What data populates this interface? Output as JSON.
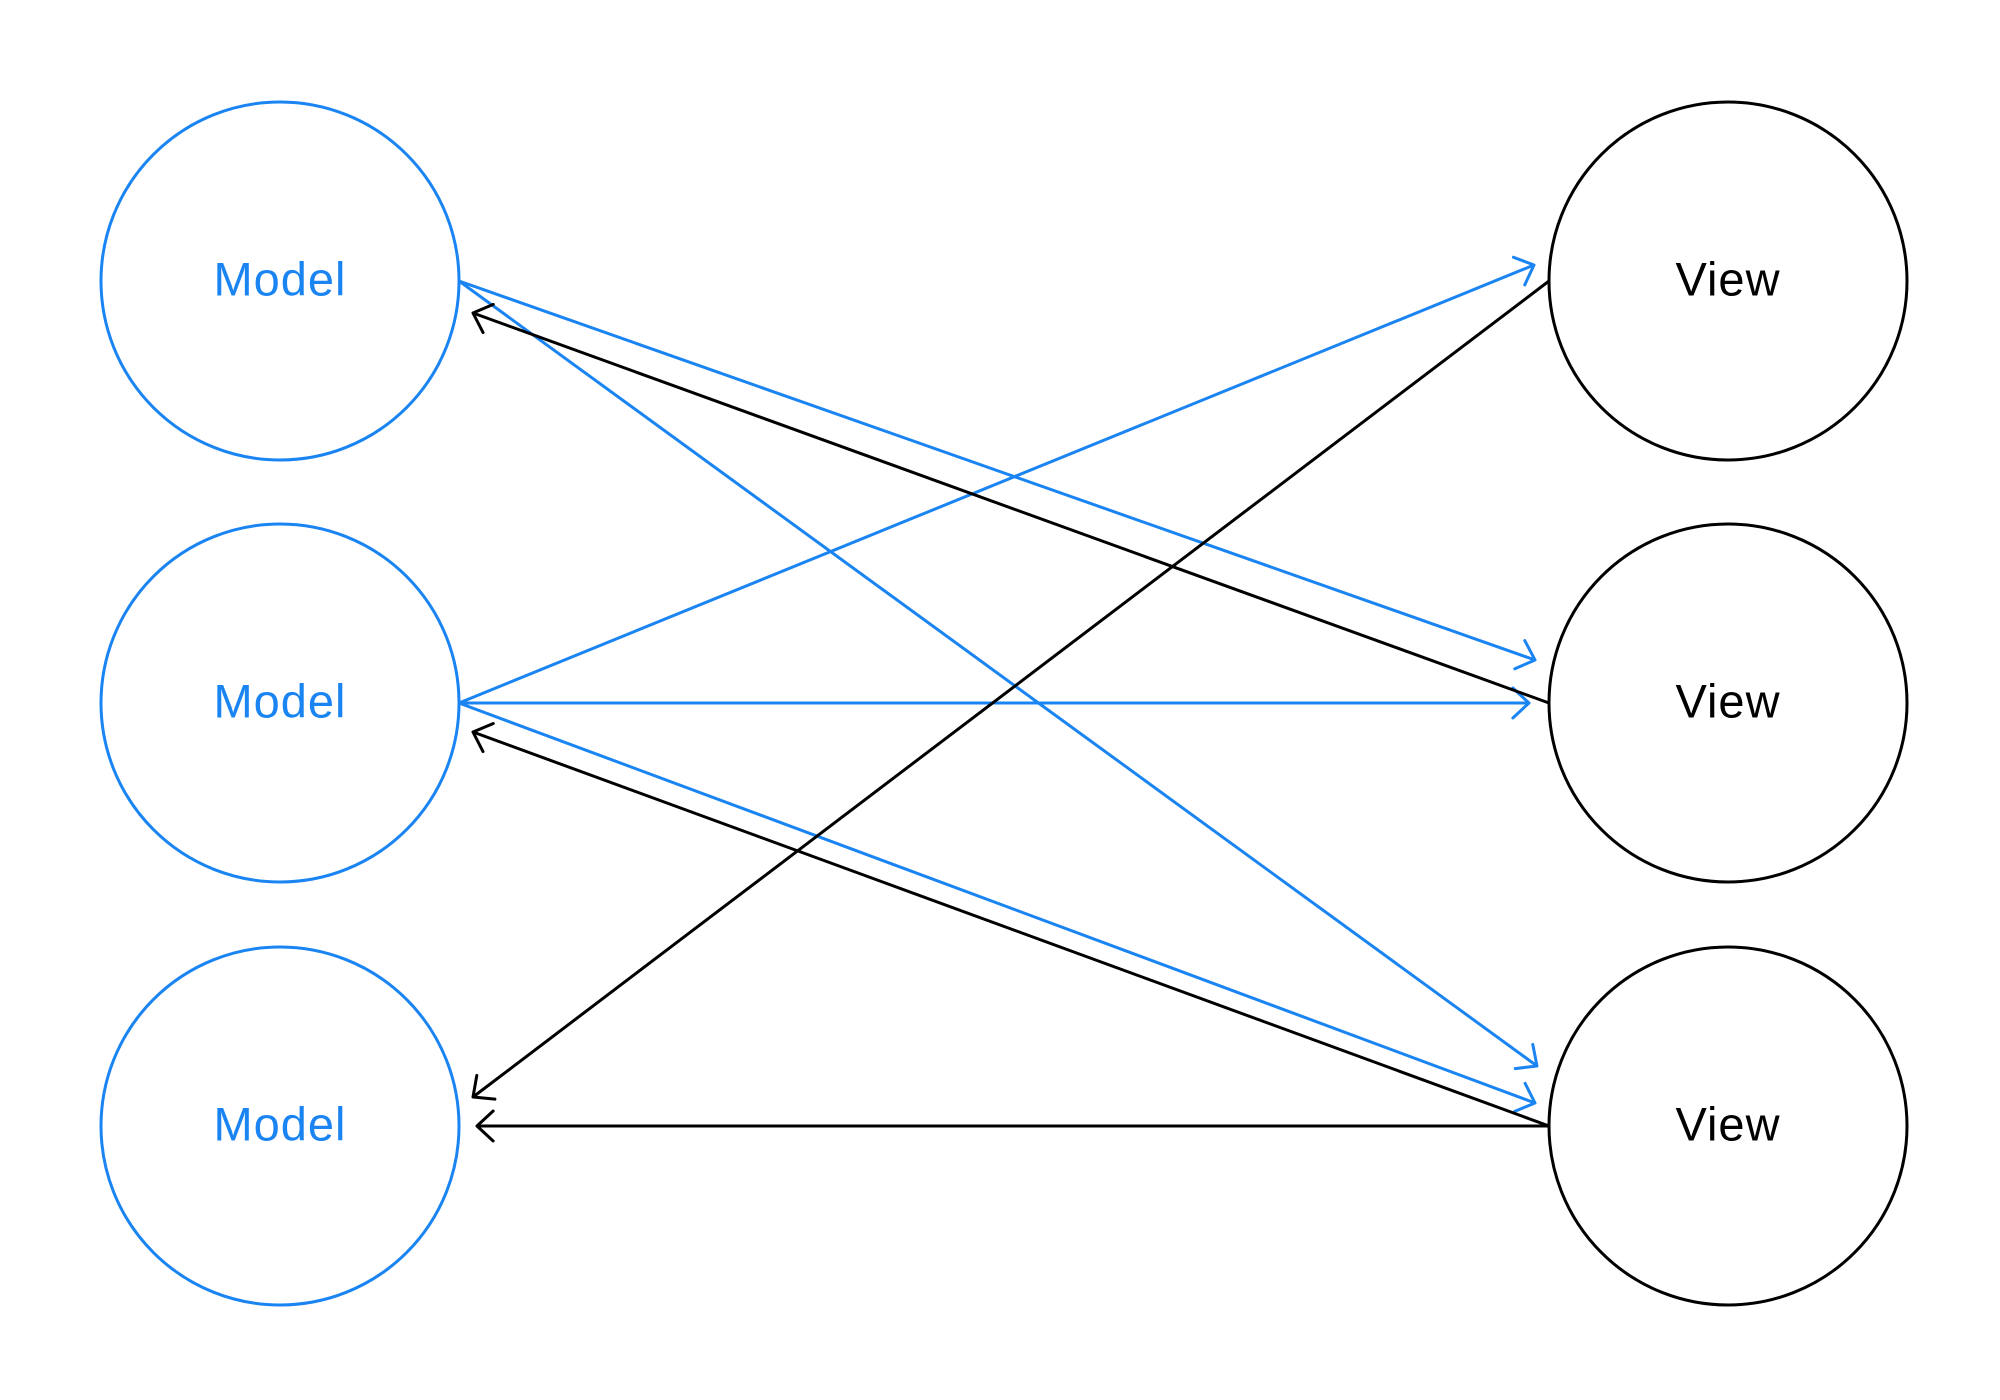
{
  "colors": {
    "model": "#1a85f2",
    "view": "#000000",
    "background": "#ffffff"
  },
  "models": [
    {
      "id": "m1",
      "label": "Model"
    },
    {
      "id": "m2",
      "label": "Model"
    },
    {
      "id": "m3",
      "label": "Model"
    }
  ],
  "views": [
    {
      "id": "v1",
      "label": "View"
    },
    {
      "id": "v2",
      "label": "View"
    },
    {
      "id": "v3",
      "label": "View"
    }
  ],
  "edges": [
    {
      "from": "m1",
      "to": "v2",
      "kind": "model-to-view"
    },
    {
      "from": "m1",
      "to": "v3",
      "kind": "model-to-view"
    },
    {
      "from": "m2",
      "to": "v1",
      "kind": "model-to-view"
    },
    {
      "from": "m2",
      "to": "v2",
      "kind": "model-to-view"
    },
    {
      "from": "m2",
      "to": "v3",
      "kind": "model-to-view"
    },
    {
      "from": "v1",
      "to": "m3",
      "kind": "view-to-model"
    },
    {
      "from": "v2",
      "to": "m1",
      "kind": "view-to-model"
    },
    {
      "from": "v3",
      "to": "m2",
      "kind": "view-to-model"
    },
    {
      "from": "v3",
      "to": "m3",
      "kind": "view-to-model"
    }
  ]
}
